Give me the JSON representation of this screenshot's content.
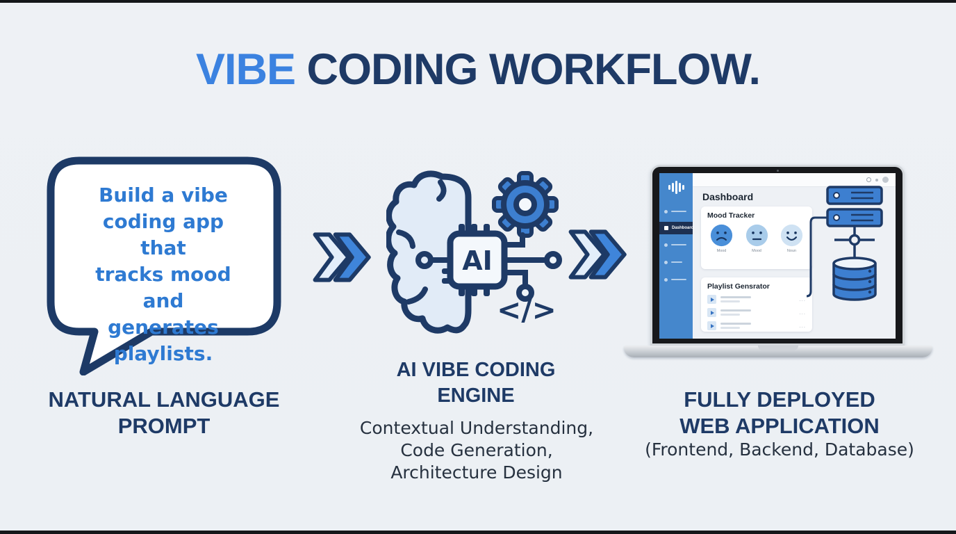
{
  "title": {
    "highlight": "VIBE",
    "rest": " CODING WORKFLOW."
  },
  "stage1": {
    "bubble_text": "Build a vibe\ncoding app that\ntracks mood and\ngenerates\nplaylists.",
    "label": "NATURAL LANGUAGE\nPROMPT"
  },
  "stage2": {
    "chip_text": "AI",
    "code_glyph": "</>",
    "label": "AI VIBE CODING\nENGINE",
    "sublabel": "Contextual Understanding,\nCode Generation,\nArchitecture Design"
  },
  "stage3": {
    "label": "FULLY DEPLOYED\nWEB APPLICATION",
    "sublabel": "(Frontend, Backend, Database)",
    "app": {
      "heading": "Dashboard",
      "sidebar_active_item": "Dashboard",
      "mood_card": {
        "title": "Mood Tracker",
        "labels": [
          "Mood",
          "Mood",
          "Noun"
        ]
      },
      "playlist_card": {
        "title": "Playlist Gensrator",
        "row_ellipsis": "..."
      }
    }
  },
  "colors": {
    "accent_blue": "#3b82e0",
    "navy": "#1e3a66",
    "bubble_text_blue": "#2e7ad2",
    "icon_fill_blue": "#3d7fd0",
    "light_blue_fill": "#e1ebf7",
    "sidebar_blue": "#4587cc",
    "background": "#edf1f5"
  }
}
